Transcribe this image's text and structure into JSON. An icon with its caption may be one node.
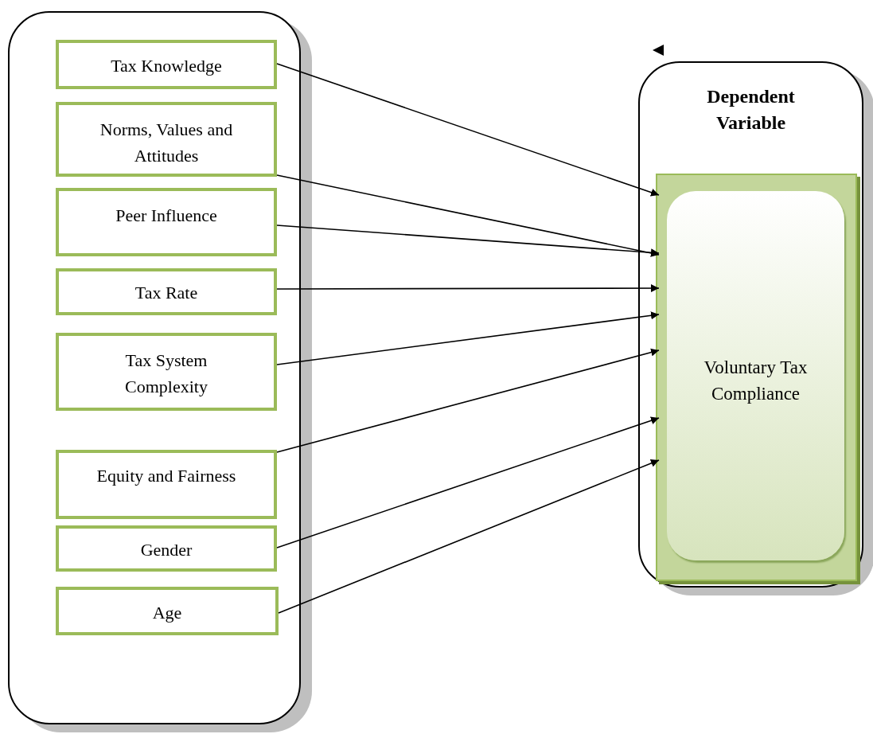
{
  "diagram": {
    "nodes": [
      {
        "text": [],
        "shape": "box"
      },
      {
        "text": [
          "Tax Knowledge"
        ],
        "in": 0
      },
      {
        "text": [
          "Norms, Values and Attitudes"
        ],
        "in": 0
      },
      {
        "text": [
          "Peer Influence"
        ],
        "in": 0
      },
      {
        "text": [
          "Tax Rate"
        ],
        "in": 0
      },
      {
        "text": [
          "Tax System Complexity"
        ],
        "in": 0
      },
      {
        "text": [
          "Equity and Fairness"
        ],
        "in": 0
      },
      {
        "text": [
          "Gender"
        ],
        "in": 0
      },
      {
        "text": [
          "Age"
        ],
        "in": 0
      },
      {
        "text": [
          "Dependent Variable"
        ]
      },
      {
        "text": [
          "Voluntary Tax Compliance"
        ],
        "in": 9
      }
    ],
    "edges": [
      {
        "from": 1,
        "to": 10,
        "arrow": "to"
      },
      {
        "from": 2,
        "to": 10,
        "arrow": "to"
      },
      {
        "from": 3,
        "to": 10,
        "arrow": "to"
      },
      {
        "from": 4,
        "to": 10,
        "arrow": "to"
      },
      {
        "from": 5,
        "to": 10,
        "arrow": "to"
      },
      {
        "from": 6,
        "to": 10,
        "arrow": "to"
      },
      {
        "from": 7,
        "to": 10,
        "arrow": "to"
      },
      {
        "from": 8,
        "to": 10,
        "arrow": "to"
      }
    ]
  }
}
